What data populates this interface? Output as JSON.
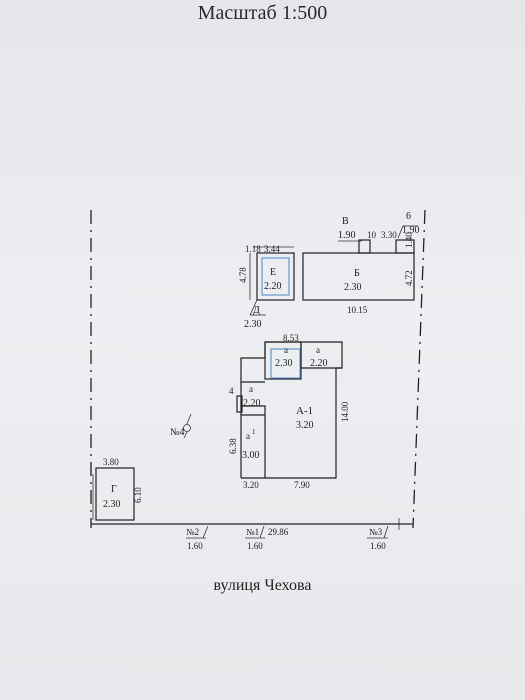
{
  "title": "Масштаб 1:500",
  "street": "вулиця Чехова",
  "labels": {
    "E": "Е",
    "E_h": "2.20",
    "E_d1": "1.18",
    "E_d2": "3.44",
    "E_d3": "4.78",
    "D": "Д",
    "D_h": "2.30",
    "B": "Б",
    "B_h": "2.30",
    "B_w": "10.15",
    "B_d1": "4.72",
    "B_d2": "1.40",
    "V": "В",
    "V_h": "1.90",
    "V_d1": "10",
    "V_d2": "3.30",
    "n6": "6",
    "n6_h": "1.90",
    "A_top": "8.53",
    "a1": "а",
    "a1_h": "2.30",
    "a2": "а",
    "a2_h": "2.20",
    "A1": "А-1",
    "A1_h": "3.20",
    "A1_d": "14.00",
    "n4_small": "4",
    "a3": "а",
    "a3_h": "2.20",
    "a4": "а",
    "a4_sup": "1",
    "a4_h": "3.00",
    "A_left": "6.38",
    "A_bl": "3.20",
    "A_br": "7.90",
    "n4": "№4",
    "G_w": "3.80",
    "G": "Г",
    "G_h": "2.30",
    "G_d": "6.10",
    "p2": "№2",
    "p2_h": "1.60",
    "p1": "№1",
    "p1_h": "1.60",
    "fence_len": "29.86",
    "p3": "№3",
    "p3_h": "1.60"
  }
}
